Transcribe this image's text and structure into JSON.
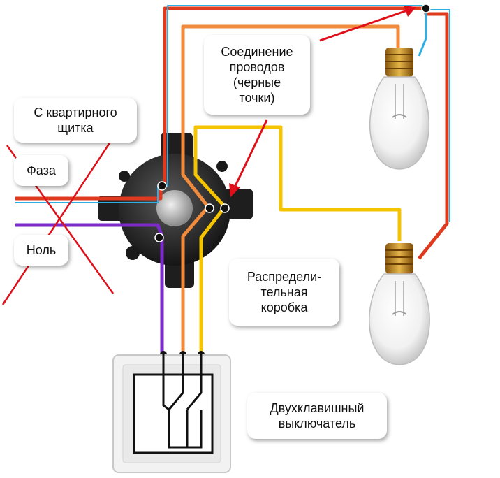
{
  "labels": {
    "wire_connection": "Соединение\nпроводов\n(черные\nточки)",
    "from_panel": "С квартирного\nщитка",
    "phase": "Фаза",
    "neutral": "Ноль",
    "junction_box": "Распредели-\nтельная\nкоробка",
    "double_switch": "Двухклавишный\nвыключатель"
  },
  "colors": {
    "phase_wire": "#e03a1e",
    "switched_wire_1": "#f08a3c",
    "switched_wire_2": "#f5c400",
    "neutral_wire": "#7a2bc8",
    "neutral_wire_alt": "#2bb0e6",
    "arrow": "#e0101a",
    "cross": "#e0101a",
    "box_body": "#2a2a2a"
  },
  "icons": {
    "bulb_top": "light-bulb-icon",
    "bulb_bottom": "light-bulb-icon",
    "switch": "double-switch-icon",
    "junction": "junction-box-icon"
  }
}
